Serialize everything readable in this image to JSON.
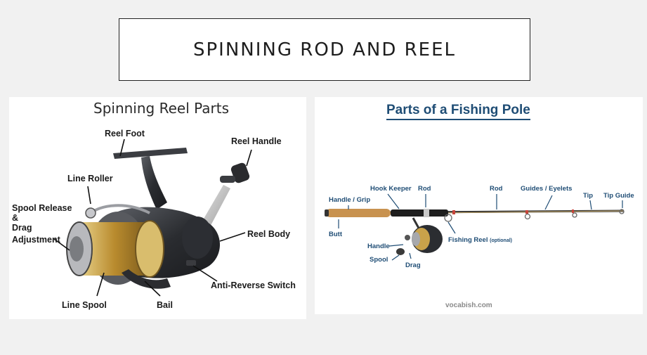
{
  "header": {
    "title": "SPINNING ROD AND REEL"
  },
  "reel_panel": {
    "title": "Spinning Reel Parts",
    "labels": {
      "reel_foot": "Reel Foot",
      "reel_handle": "Reel Handle",
      "line_roller": "Line Roller",
      "spool_release_line1": "Spool Release",
      "spool_release_line2": "&",
      "spool_release_line3": "Drag",
      "spool_release_line4": "Adjustment",
      "reel_body": "Reel Body",
      "anti_reverse": "Anti-Reverse Switch",
      "line_spool": "Line Spool",
      "bail": "Bail"
    }
  },
  "pole_panel": {
    "title": "Parts of a Fishing Pole",
    "labels": {
      "handle_grip": "Handle / Grip",
      "hook_keeper": "Hook Keeper",
      "rod_1": "Rod",
      "rod_2": "Rod",
      "guides": "Guides / Eyelets",
      "tip": "Tip",
      "tip_guide": "Tip Guide",
      "butt": "Butt",
      "fishing_reel": "Fishing Reel",
      "optional": "(optional)",
      "handle": "Handle",
      "spool": "Spool",
      "drag": "Drag"
    },
    "credit": "vocabish.com"
  },
  "colors": {
    "pole_label": "#1f4d75",
    "reel_label": "#1a1a1a",
    "cork": "#c8924f",
    "spool_gold": "#c9a24a"
  }
}
